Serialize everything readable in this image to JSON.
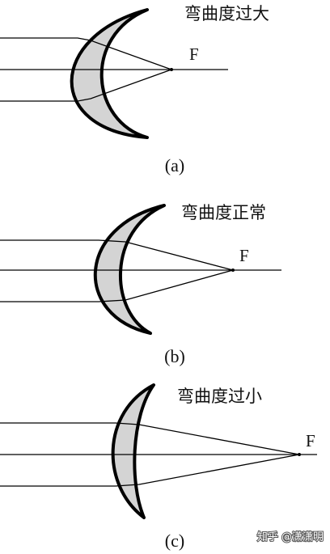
{
  "panels": [
    {
      "label": "(a)",
      "caption": "弯曲度过大",
      "focus": "F"
    },
    {
      "label": "(b)",
      "caption": "弯曲度正常",
      "focus": "F"
    },
    {
      "label": "(c)",
      "caption": "弯曲度过小",
      "focus": "F"
    }
  ],
  "watermark": "知乎 @潇潇明",
  "colors": {
    "lens_fill": "#d4d4d4",
    "line": "#000000",
    "background": "#ffffff"
  }
}
